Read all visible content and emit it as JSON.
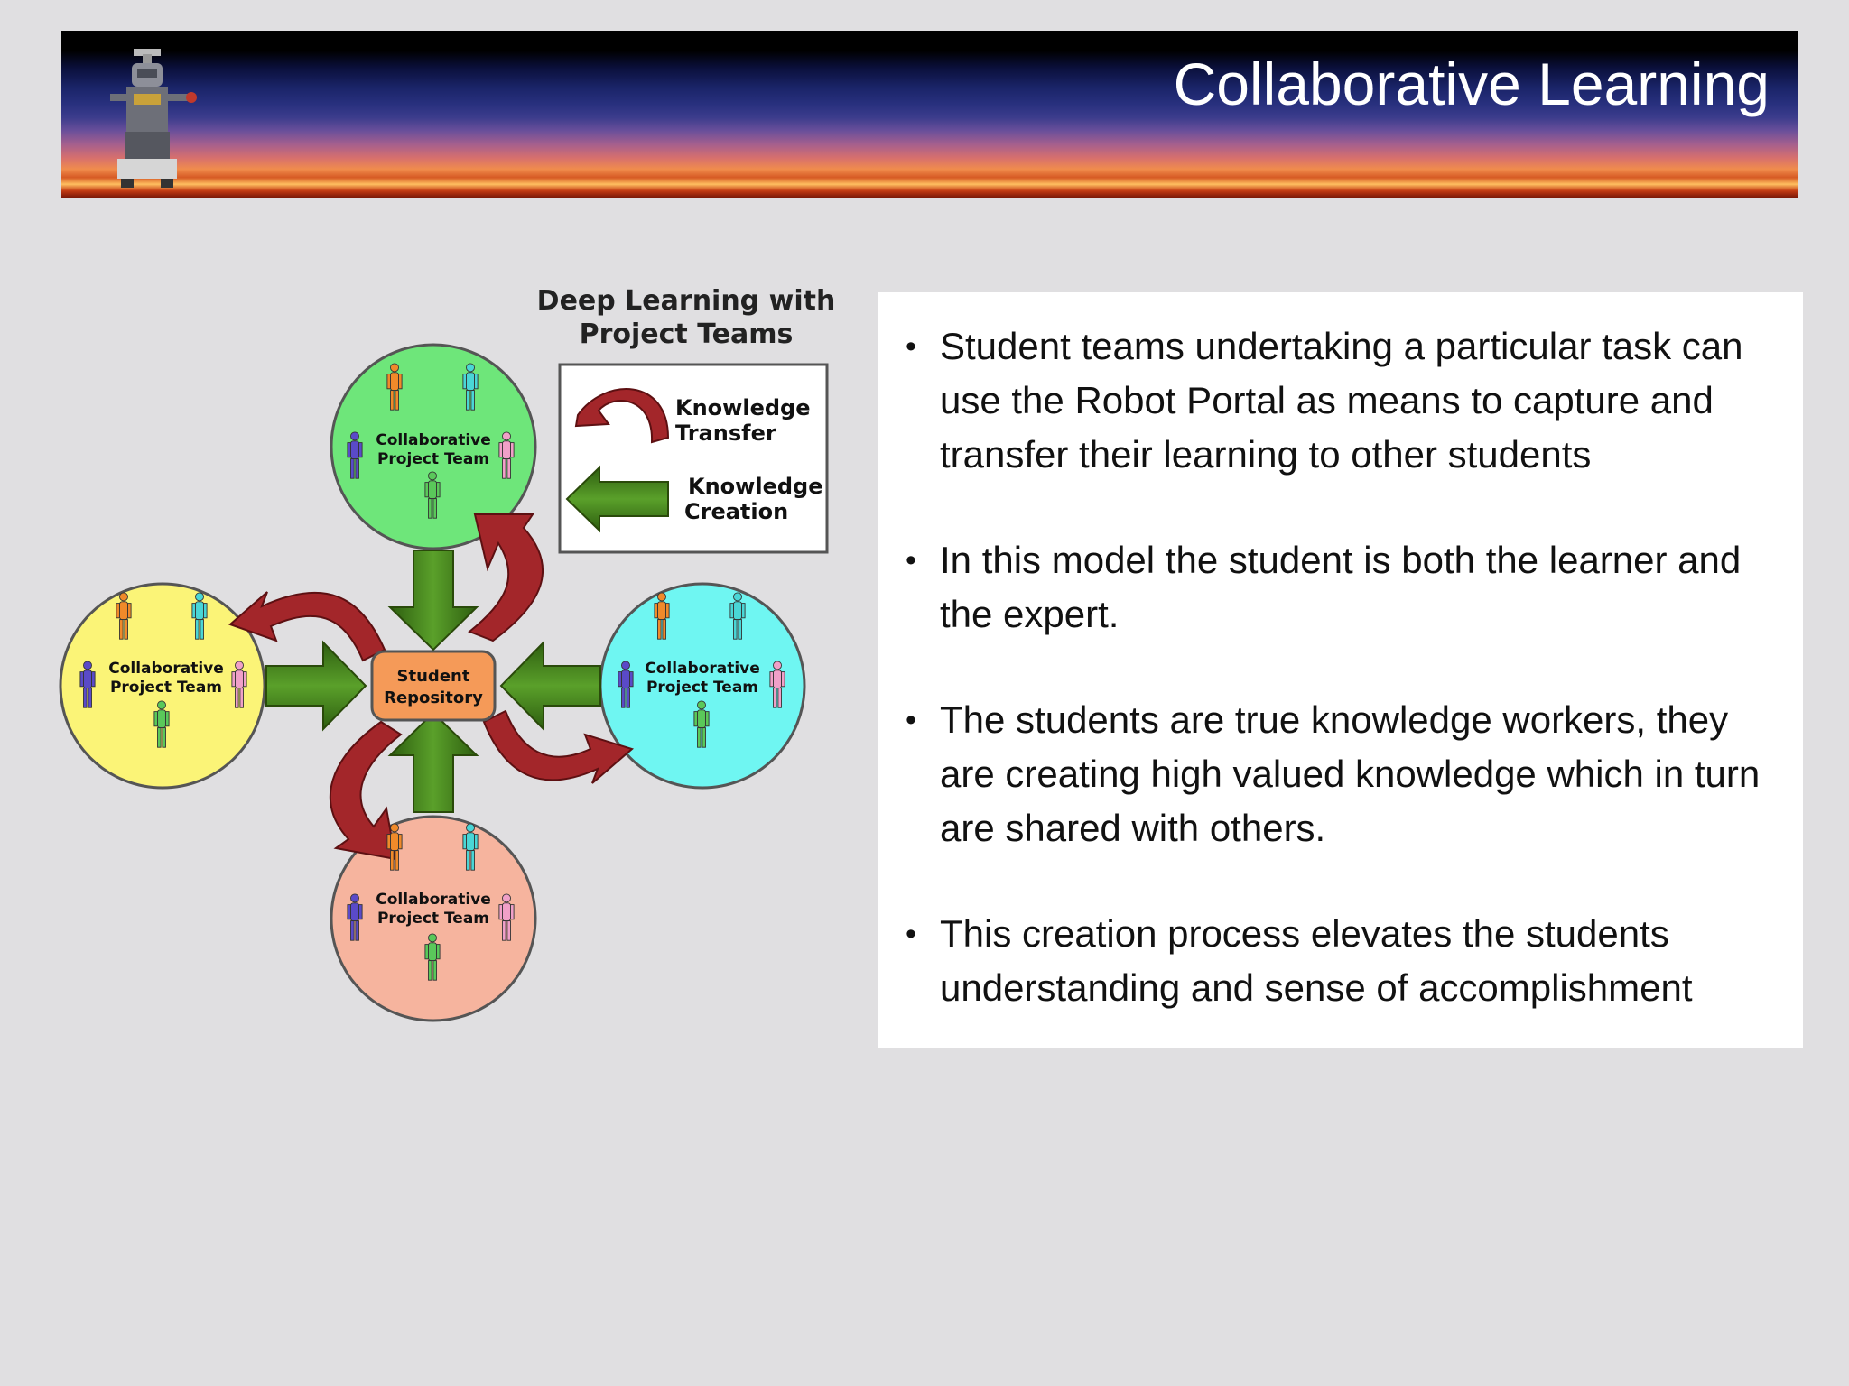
{
  "header": {
    "title": "Collaborative Learning"
  },
  "diagram": {
    "title_line1": "Deep Learning with",
    "title_line2": "Project Teams",
    "legend": {
      "transfer_line1": "Knowledge",
      "transfer_line2": "Transfer",
      "creation_line1": "Knowledge",
      "creation_line2": "Creation"
    },
    "repository_line1": "Student",
    "repository_line2": "Repository",
    "team_line1": "Collaborative",
    "team_line2": "Project Team",
    "colors": {
      "team_top": "#6ee67a",
      "team_left": "#fbf477",
      "team_right": "#6ff6f2",
      "team_bottom": "#f6b49e",
      "repository": "#f59a58",
      "transfer_arrow": "#a3262a",
      "creation_arrow": "#3f7a1c"
    }
  },
  "bullets": [
    "Student teams undertaking a particular task can use the Robot Portal as means to capture and transfer their learning to other students",
    "In this model the student is both the learner and the expert.",
    "The students are true knowledge workers, they are creating high valued knowledge which in turn are shared with others.",
    "This creation process elevates the students understanding and sense of accomplishment"
  ]
}
